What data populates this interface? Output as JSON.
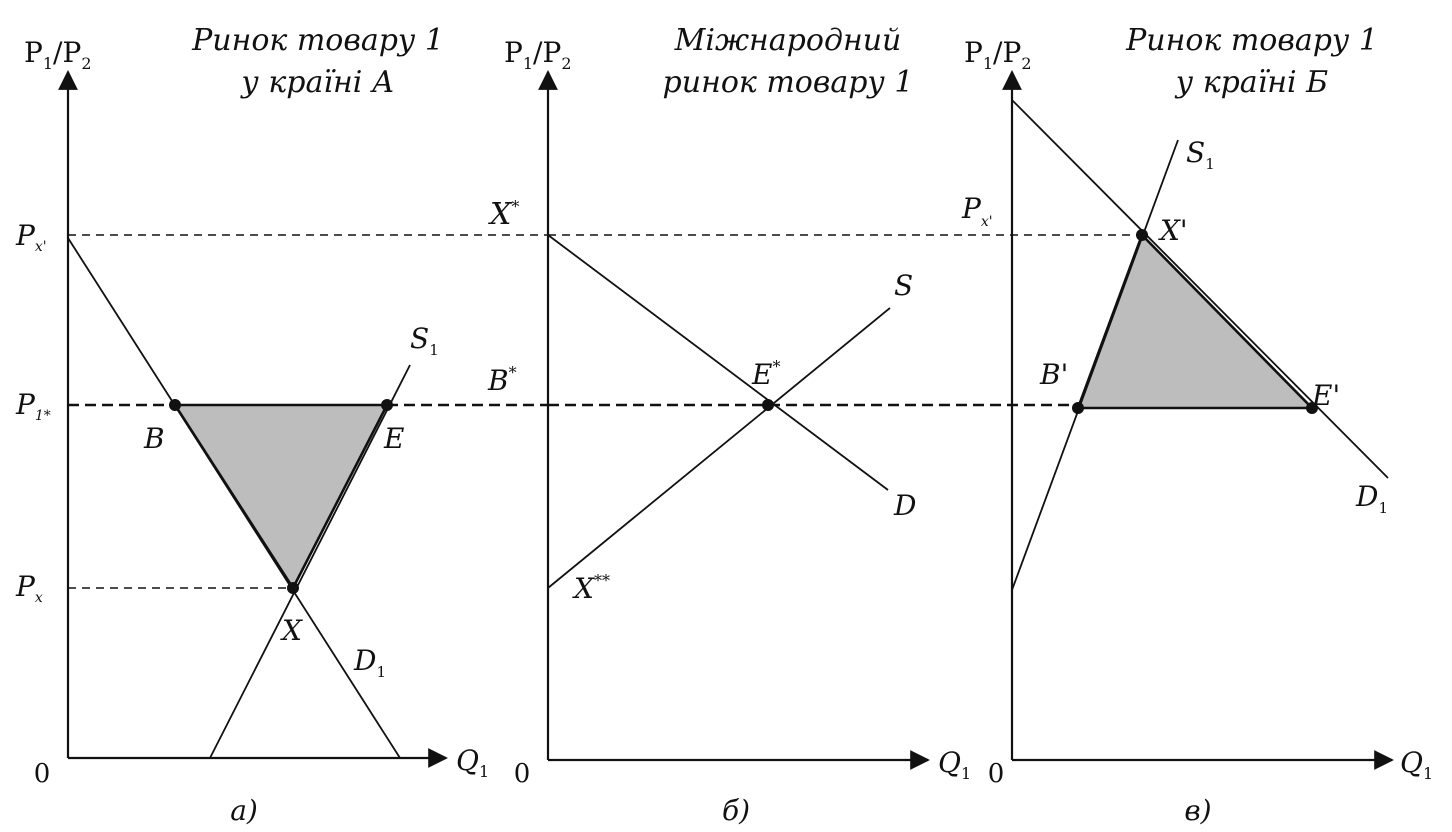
{
  "panels": {
    "a": {
      "title_line1": "Ринок товару 1",
      "title_line2": "у країні А",
      "y_axis": {
        "base": "P",
        "sub1": "1",
        "slash": "/",
        "base2": "P",
        "sub2": "2"
      },
      "x_axis": {
        "base": "Q",
        "sub": "1"
      },
      "origin": "0",
      "caption": "а)",
      "price_labels": {
        "p_top": {
          "base": "P",
          "sub": "x'"
        },
        "p_mid": {
          "base": "P",
          "sub": "1*"
        },
        "p_low": {
          "base": "P",
          "sub": "x"
        }
      },
      "curve_labels": {
        "supply": "S",
        "supply_sub": "1",
        "demand": "D",
        "demand_sub": "1"
      },
      "point_labels": {
        "b": "B",
        "e": "E",
        "x": "X"
      }
    },
    "b": {
      "title_line1": "Міжнародний",
      "title_line2": "ринок товару 1",
      "y_axis": {
        "base": "P",
        "sub1": "1",
        "slash": "/",
        "base2": "P",
        "sub2": "2"
      },
      "x_axis": {
        "base": "Q",
        "sub": "1"
      },
      "origin": "0",
      "caption": "б)",
      "point_labels": {
        "x_star": "X",
        "x_star_sup": "*",
        "b_star": "B",
        "b_star_sup": "*",
        "e_star": "E",
        "e_star_sup": "*",
        "x_2star": "X",
        "x_2star_sup": "**"
      },
      "curve_labels": {
        "supply": "S",
        "demand": "D"
      }
    },
    "c": {
      "title_line1": "Ринок товару 1",
      "title_line2": "у країні Б",
      "y_axis": {
        "base": "P",
        "sub1": "1",
        "slash": "/",
        "base2": "P",
        "sub2": "2"
      },
      "x_axis": {
        "base": "Q",
        "sub": "1"
      },
      "origin": "0",
      "caption": "в)",
      "price_labels": {
        "p_top": {
          "base": "P",
          "sub": "x'"
        }
      },
      "curve_labels": {
        "supply": "S",
        "supply_sub": "1",
        "demand": "D",
        "demand_sub": "1"
      },
      "point_labels": {
        "x_prime": "X'",
        "b_prime": "B'",
        "e_prime": "E'"
      }
    }
  }
}
